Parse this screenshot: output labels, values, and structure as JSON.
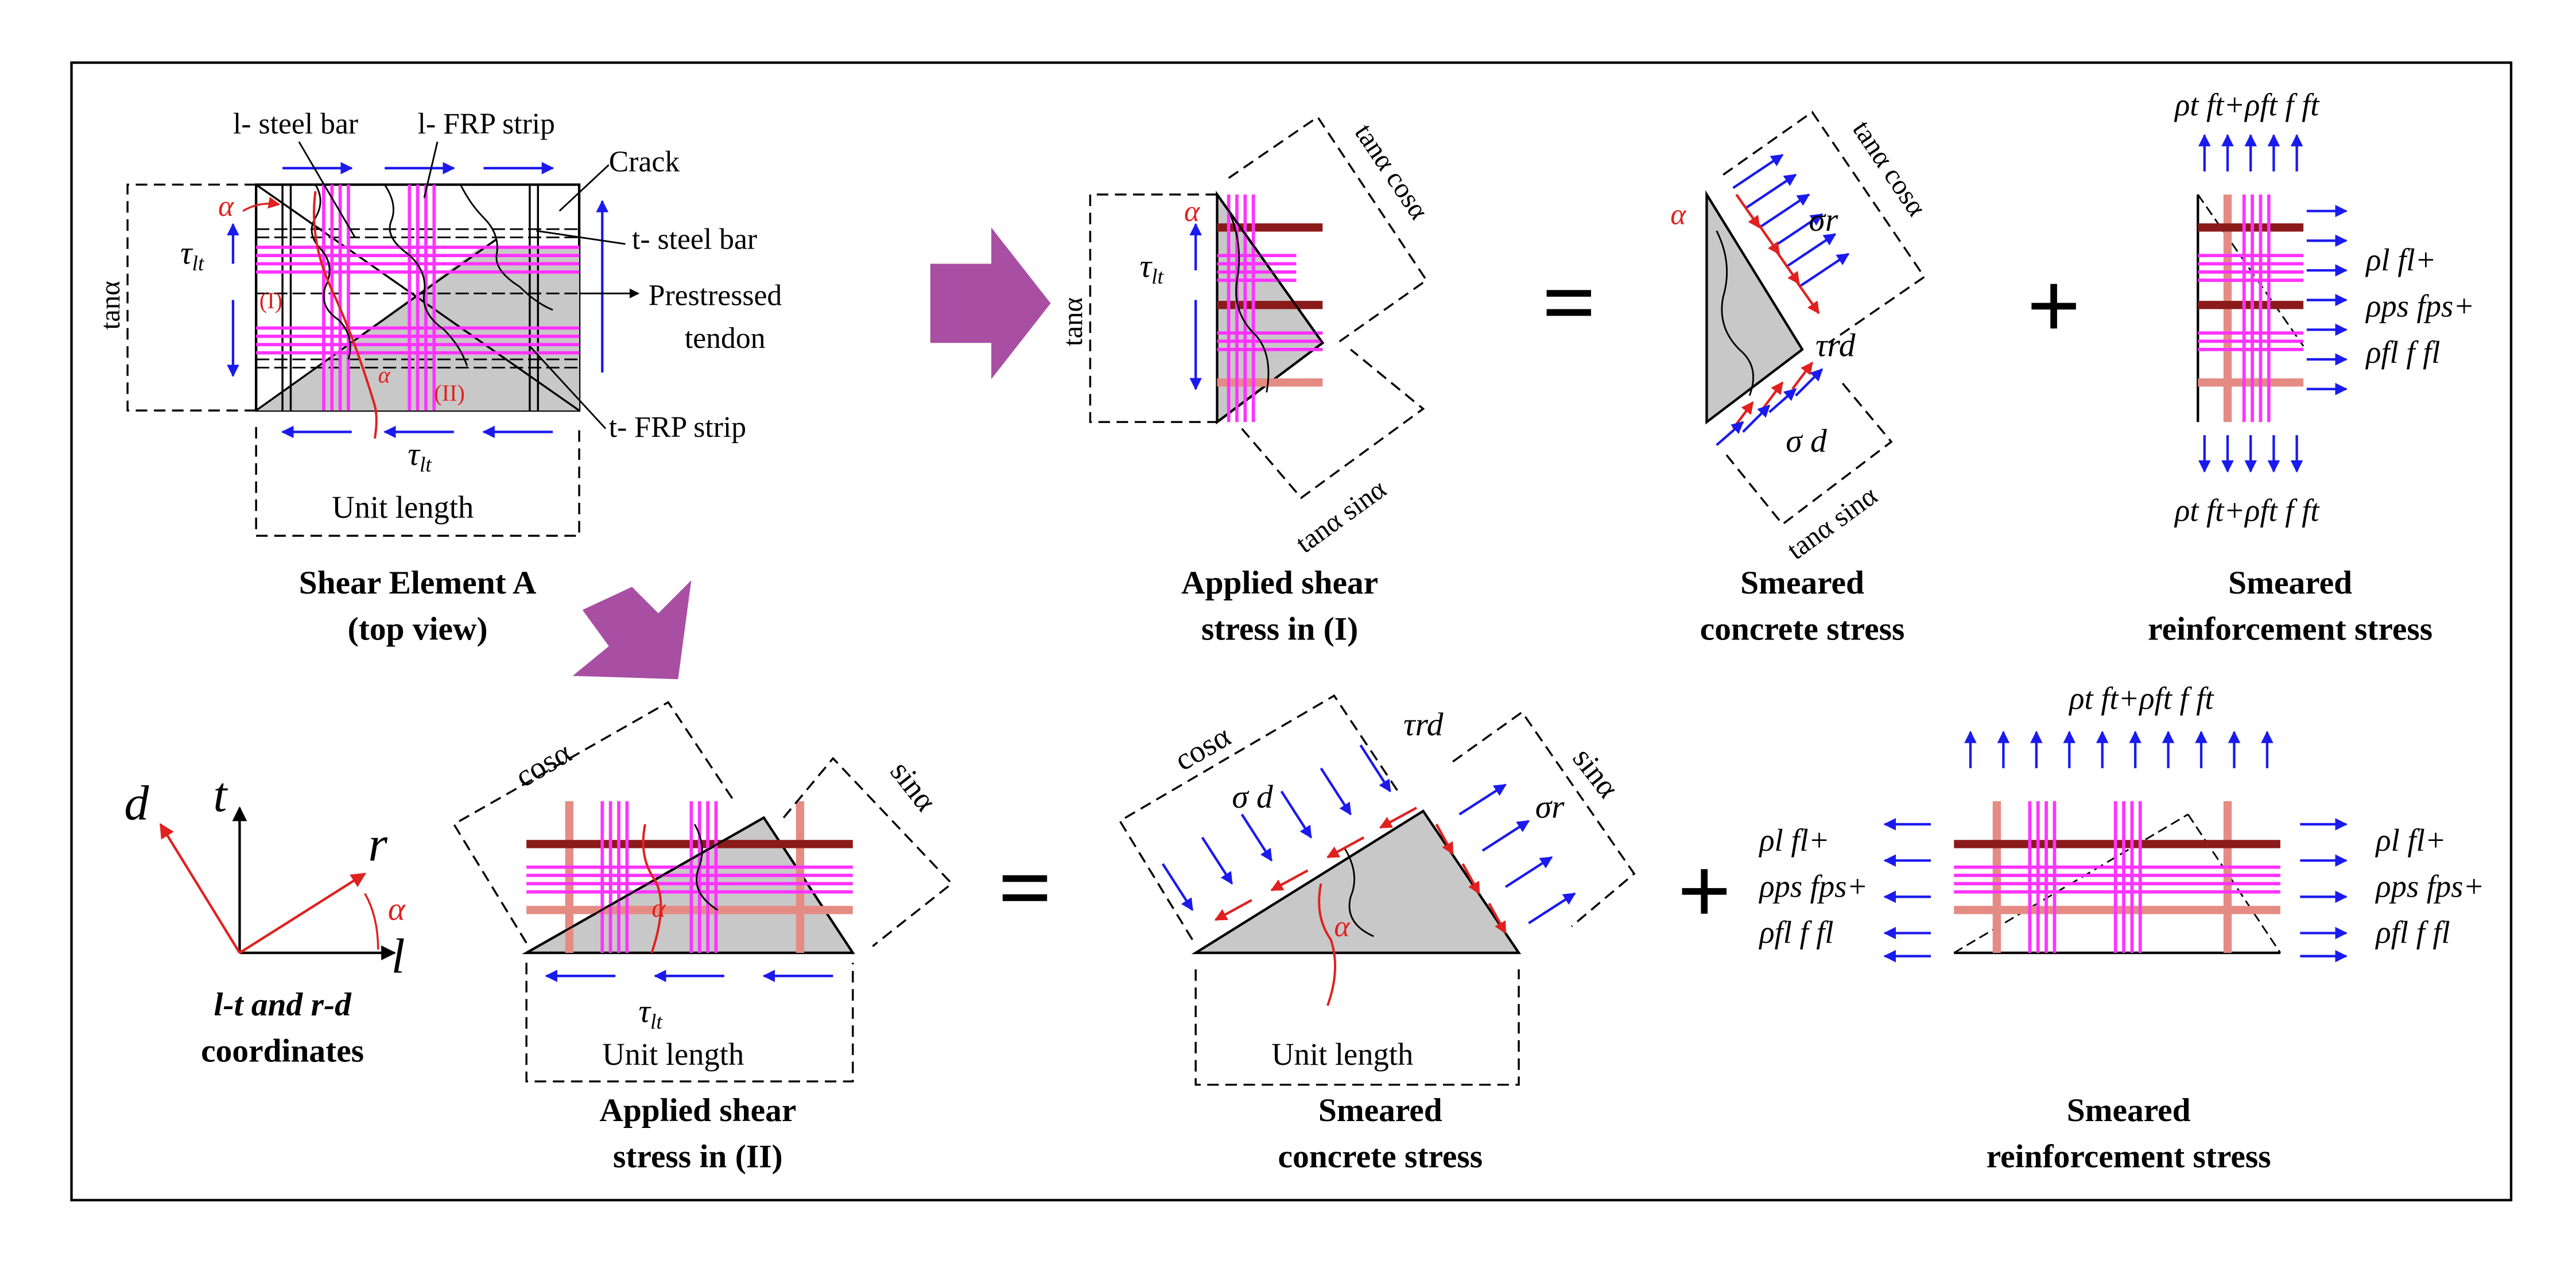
{
  "colors": {
    "magenta": "#ff33ff",
    "blue": "#1a1aee",
    "red": "#e0211f",
    "rebar_fill": "#e48c84",
    "rebar_edge": "#8b1a1a",
    "concrete": "#c8c8c8",
    "big_arrow": "#a84fa3",
    "frame": "#000000"
  },
  "top_view": {
    "label_l_steel": "l- steel bar",
    "label_l_frp": "l- FRP strip",
    "label_crack": "Crack",
    "label_t_steel": "t- steel bar",
    "label_prestressed_1": "Prestressed",
    "label_prestressed_2": "tendon",
    "label_t_frp": "t- FRP strip",
    "side": "tanα",
    "tau": "τ",
    "tau_sub": "lt",
    "alpha": "α",
    "region_1": "(I)",
    "region_2": "(II)",
    "length": "Unit length",
    "caption_1": "Shear Element A",
    "caption_2": "(top view)"
  },
  "panel_I": {
    "side": "tanα",
    "diag_top": "tanα cosα",
    "diag_bottom": "tanα sinα",
    "caption_1": "Applied shear",
    "caption_2": "stress in (I)"
  },
  "concrete_I": {
    "diag_top": "tanα cosα",
    "diag_bottom": "tanα sinα",
    "sigma_r": "σr",
    "tau_rd": "τrd",
    "sigma_d": "σ d",
    "caption_1": "Smeared",
    "caption_2": "concrete stress"
  },
  "reinf_I": {
    "top": "ρt ft+ρft f ft",
    "bottom": "ρt ft+ρft f ft",
    "right_1": "ρl fl+",
    "right_2": "ρps fps+",
    "right_3": "ρfl f fl",
    "caption_1": "Smeared",
    "caption_2": "reinforcement stress"
  },
  "coords": {
    "d": "d",
    "t": "t",
    "r": "r",
    "l": "l",
    "alpha": "α",
    "caption_1": "l-t and r-d",
    "caption_2": "coordinates"
  },
  "panel_II": {
    "cos": "cosα",
    "sin": "sinα",
    "length": "Unit length",
    "caption_1": "Applied shear",
    "caption_2": "stress in (II)"
  },
  "concrete_II": {
    "cos": "cosα",
    "sin": "sinα",
    "sigma_d": "σ d",
    "tau_rd": "τrd",
    "sigma_r": "σr",
    "length": "Unit length",
    "caption_1": "Smeared",
    "caption_2": "concrete stress"
  },
  "reinf_II": {
    "top": "ρt ft+ρft f ft",
    "left_1": "ρl fl+",
    "left_2": "ρps fps+",
    "left_3": "ρfl f fl",
    "right_1": "ρl fl+",
    "right_2": "ρps fps+",
    "right_3": "ρfl f fl",
    "caption_1": "Smeared",
    "caption_2": "reinforcement stress"
  },
  "operators": {
    "equals": "=",
    "plus": "+"
  }
}
